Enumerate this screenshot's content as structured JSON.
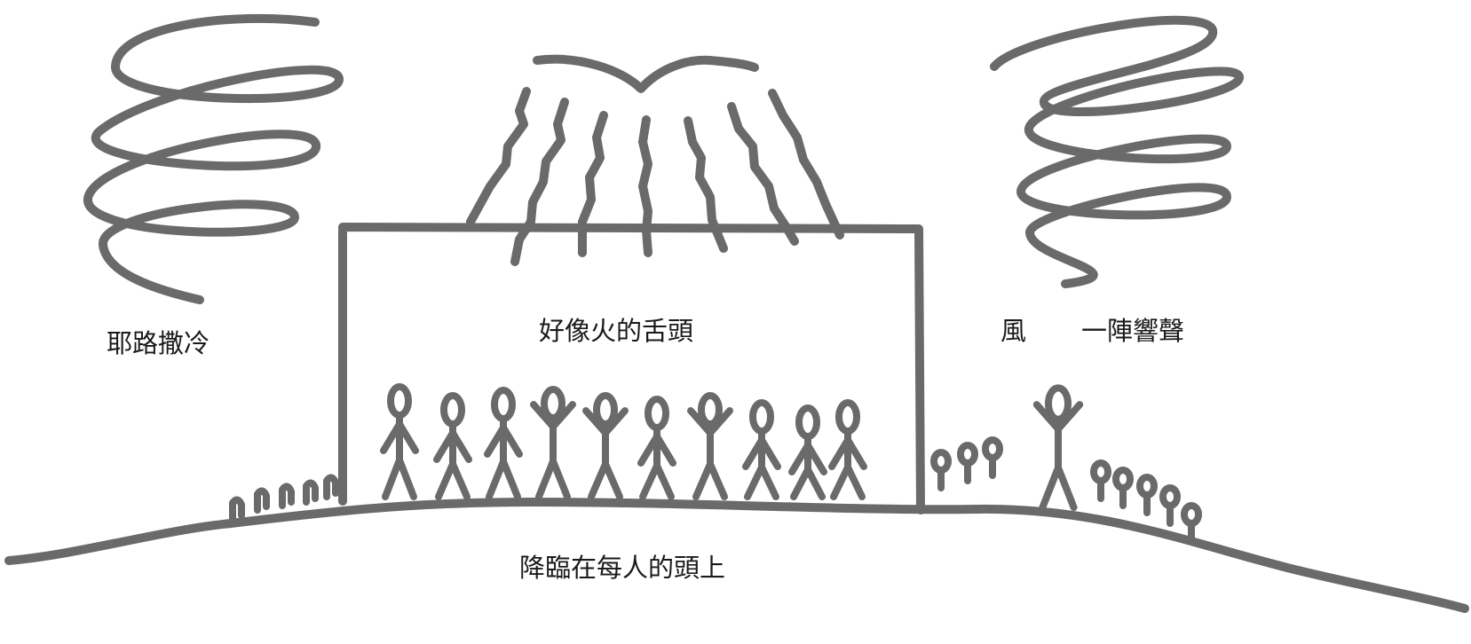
{
  "labels": {
    "jerusalem": "耶路撒冷",
    "tongues": "好像火的舌頭",
    "wind": "風",
    "sound": "一陣響聲",
    "descend": "降臨在每人的頭上"
  }
}
